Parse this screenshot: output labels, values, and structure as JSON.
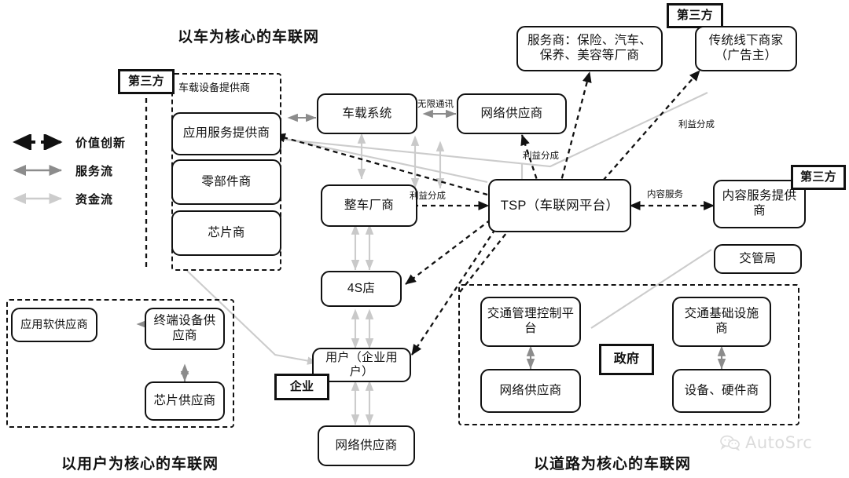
{
  "titles": {
    "car": "以车为核心的车联网",
    "user": "以用户为核心的车联网",
    "road": "以道路为核心的车联网"
  },
  "legend": {
    "items": [
      {
        "label": "价值创新",
        "style": "dashed",
        "color": "#111111",
        "icon": "double-arrow-dashed-icon"
      },
      {
        "label": "服务流",
        "style": "solid",
        "color": "#808080",
        "icon": "double-arrow-gray-icon"
      },
      {
        "label": "资金流",
        "style": "solid",
        "color": "#cccccc",
        "icon": "double-arrow-light-icon"
      }
    ]
  },
  "captions": {
    "onboard_device_supplier": "车载设备提供商"
  },
  "nodes": {
    "third_party_1": "第三方",
    "third_party_2": "第三方",
    "third_party_3": "第三方",
    "app_service_provider": "应用服务提供商",
    "parts_supplier": "零部件商",
    "chip_maker": "芯片商",
    "onboard_system": "车载系统",
    "network_supplier_top": "网络供应商",
    "service_providers": "服务商：保险、汽车、保养、美容等厂商",
    "offline_merchants": "传统线下商家（广告主）",
    "vehicle_manufacturer": "整车厂商",
    "tsp": "TSP（车联网平台）",
    "content_service_provider": "内容服务提供商",
    "traffic_bureau": "交管局",
    "store_4s": "4S店",
    "user": "用户（企业用户）",
    "enterprise": "企业",
    "network_supplier_bottom": "网络供应商",
    "app_software_supplier": "应用软供应商",
    "terminal_device_supplier": "终端设备供应商",
    "chip_supplier": "芯片供应商",
    "traffic_control_platform": "交通管理控制平台",
    "network_supplier_road": "网络供应商",
    "government": "政府",
    "traffic_infra_provider": "交通基础设施商",
    "equipment_hardware": "设备、硬件商"
  },
  "edge_labels": {
    "wireless_comm": "无限通讯",
    "profit_share_1": "利益分成",
    "profit_share_2": "利益分成",
    "profit_share_3": "利益分成",
    "content_service": "内容服务"
  },
  "watermark": {
    "text": "AutoSrc",
    "icon": "wechat-icon"
  },
  "colors": {
    "ink": "#111111",
    "service_flow": "#808080",
    "money_flow": "#cccccc"
  }
}
